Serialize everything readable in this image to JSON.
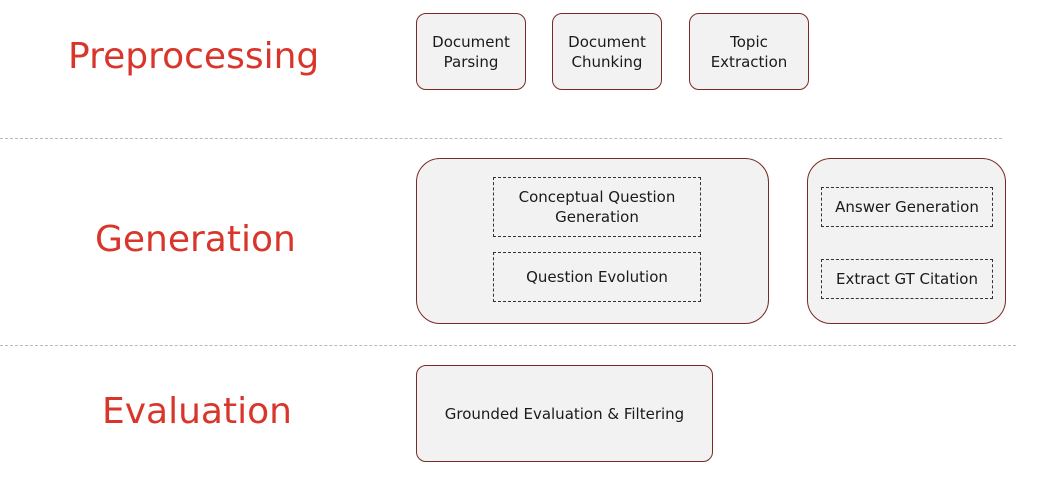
{
  "stages": {
    "preprocessing": {
      "label": "Preprocessing",
      "steps": [
        {
          "line1": "Document",
          "line2": "Parsing"
        },
        {
          "line1": "Document",
          "line2": "Chunking"
        },
        {
          "line1": "Topic",
          "line2": "Extraction"
        }
      ]
    },
    "generation": {
      "label": "Generation",
      "question_group": {
        "conceptual_line1": "Conceptual Question",
        "conceptual_line2": "Generation",
        "evolution": "Question Evolution"
      },
      "answer_group": {
        "answer": "Answer Generation",
        "citation": "Extract GT Citation"
      }
    },
    "evaluation": {
      "label": "Evaluation",
      "step": "Grounded Evaluation & Filtering"
    }
  },
  "colors": {
    "stage_label": "#d9362b",
    "box_border": "#7a2a24",
    "box_fill": "#f2f2f2",
    "divider": "#b9b9b9"
  }
}
